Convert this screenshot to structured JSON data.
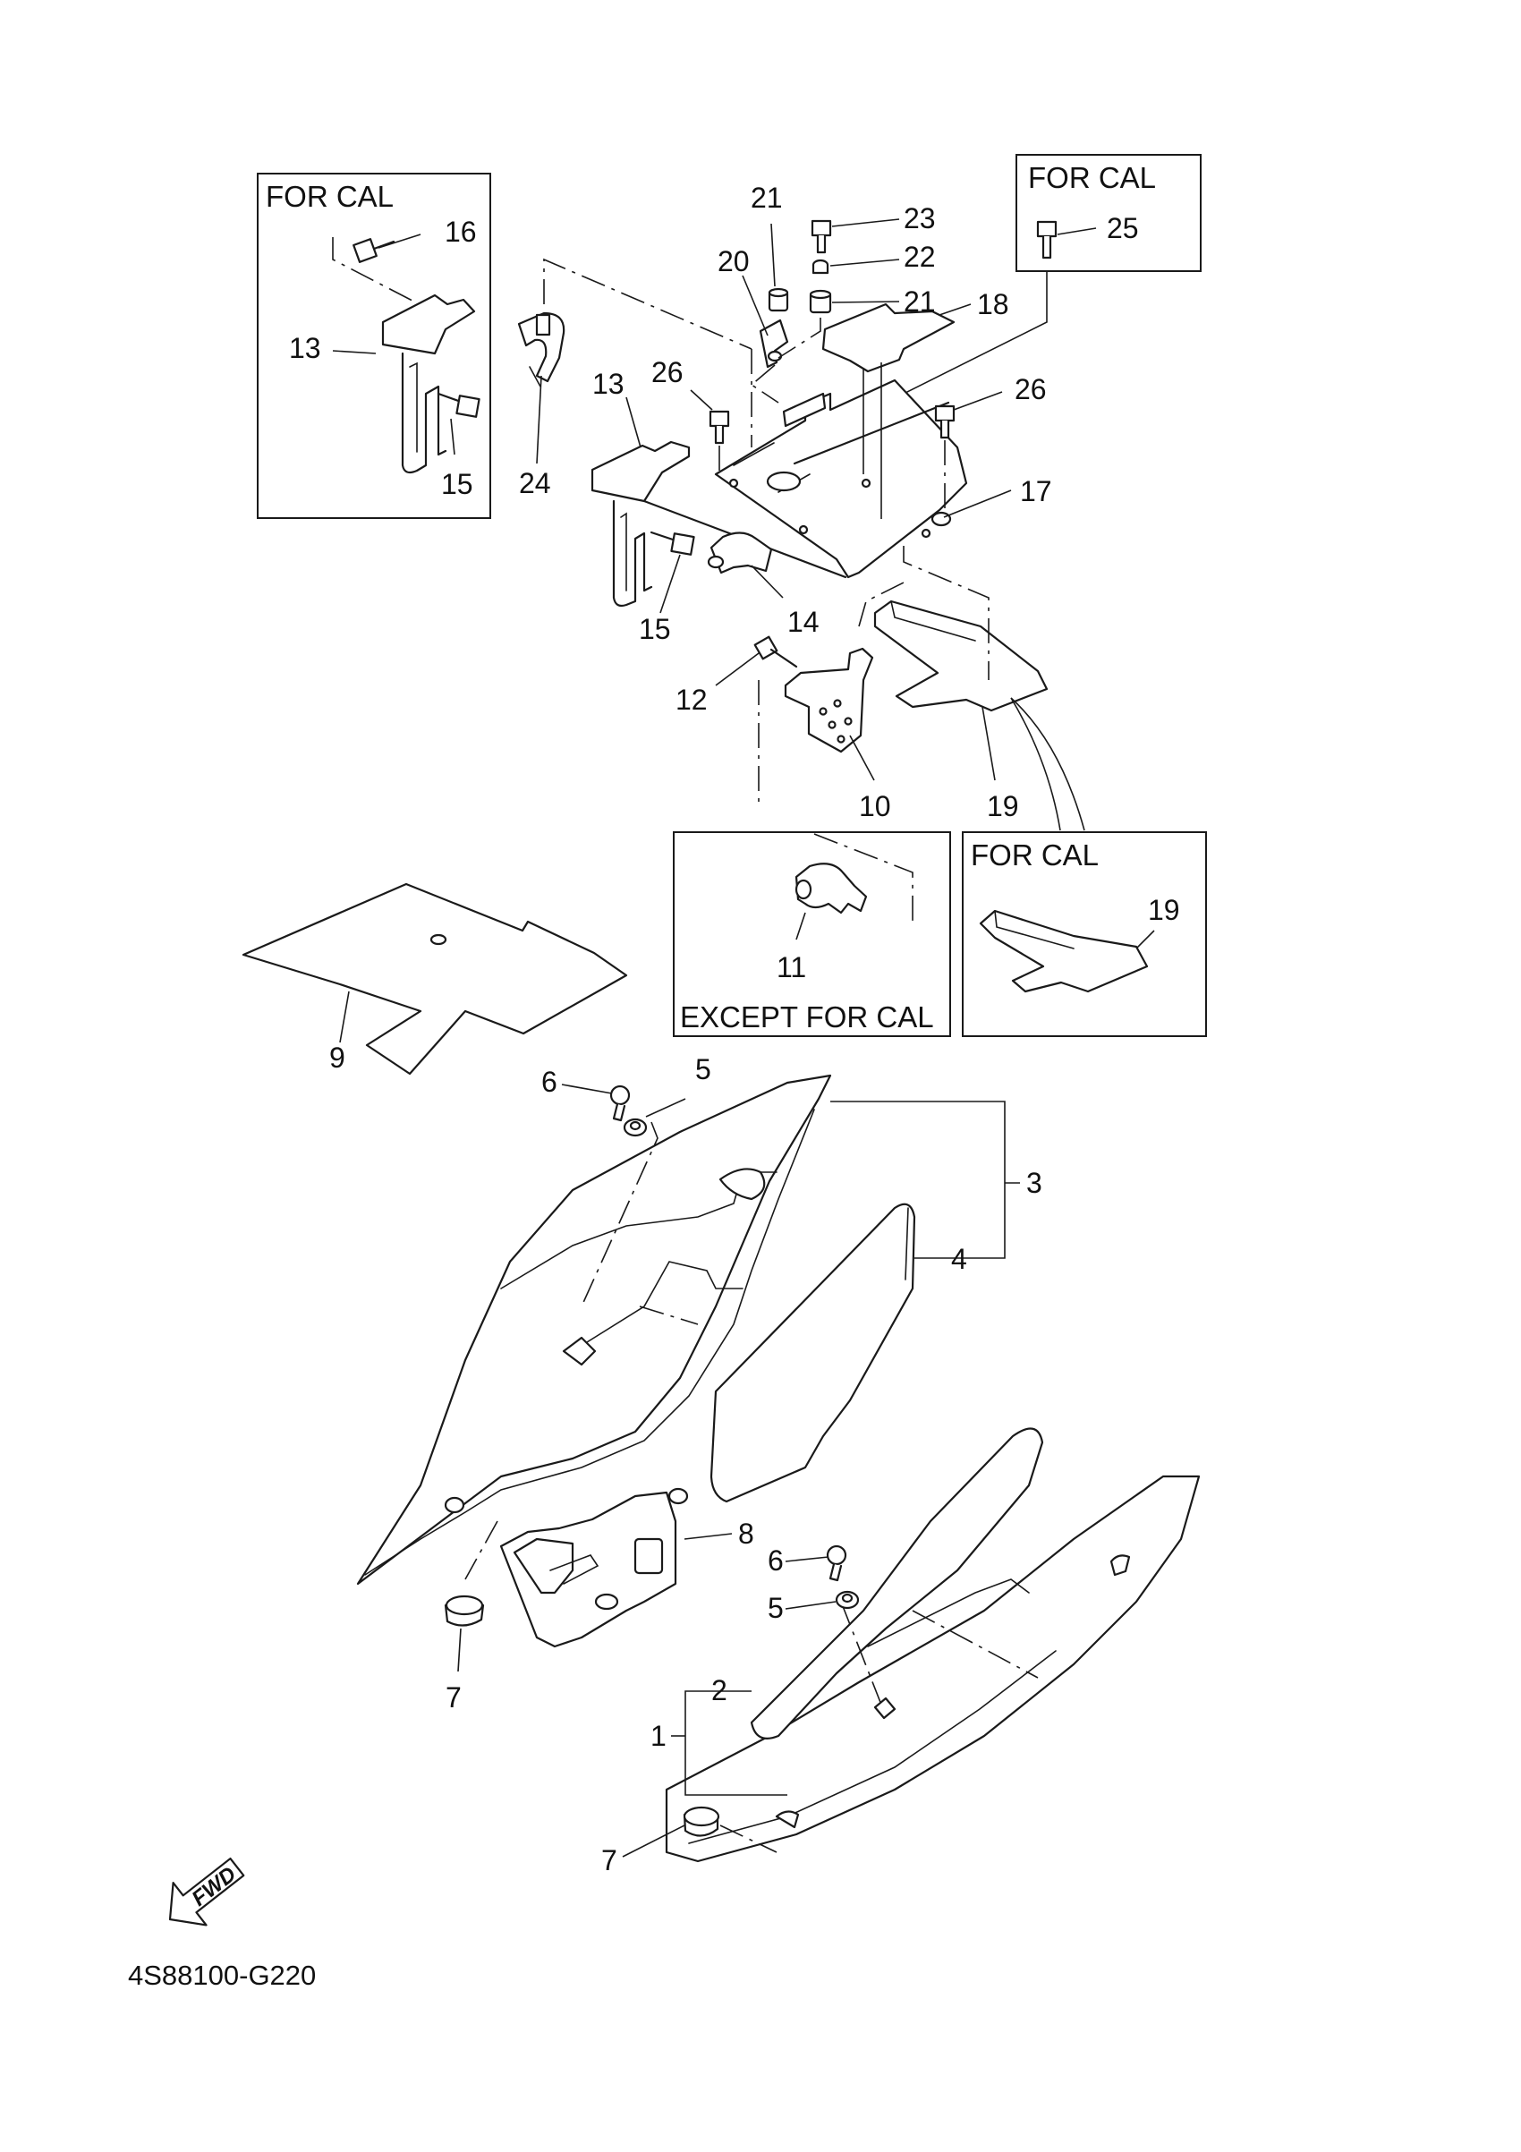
{
  "diagram_code": "4S88100-G220",
  "fwd_label": "FWD",
  "boxes": {
    "cal_left": "FOR CAL",
    "cal_right": "FOR CAL",
    "cal_lower": "FOR CAL",
    "except_cal": "EXCEPT FOR CAL"
  },
  "callouts": {
    "p1": "1",
    "p2": "2",
    "p3": "3",
    "p4": "4",
    "p5a": "5",
    "p5b": "5",
    "p6a": "6",
    "p6b": "6",
    "p7a": "7",
    "p7b": "7",
    "p8": "8",
    "p9": "9",
    "p10": "10",
    "p11": "11",
    "p12": "12",
    "p13a": "13",
    "p13b": "13",
    "p14": "14",
    "p15a": "15",
    "p15b": "15",
    "p16": "16",
    "p17": "17",
    "p18": "18",
    "p19a": "19",
    "p19b": "19",
    "p20": "20",
    "p21a": "21",
    "p21b": "21",
    "p22": "22",
    "p23": "23",
    "p24": "24",
    "p25": "25",
    "p26a": "26",
    "p26b": "26"
  }
}
